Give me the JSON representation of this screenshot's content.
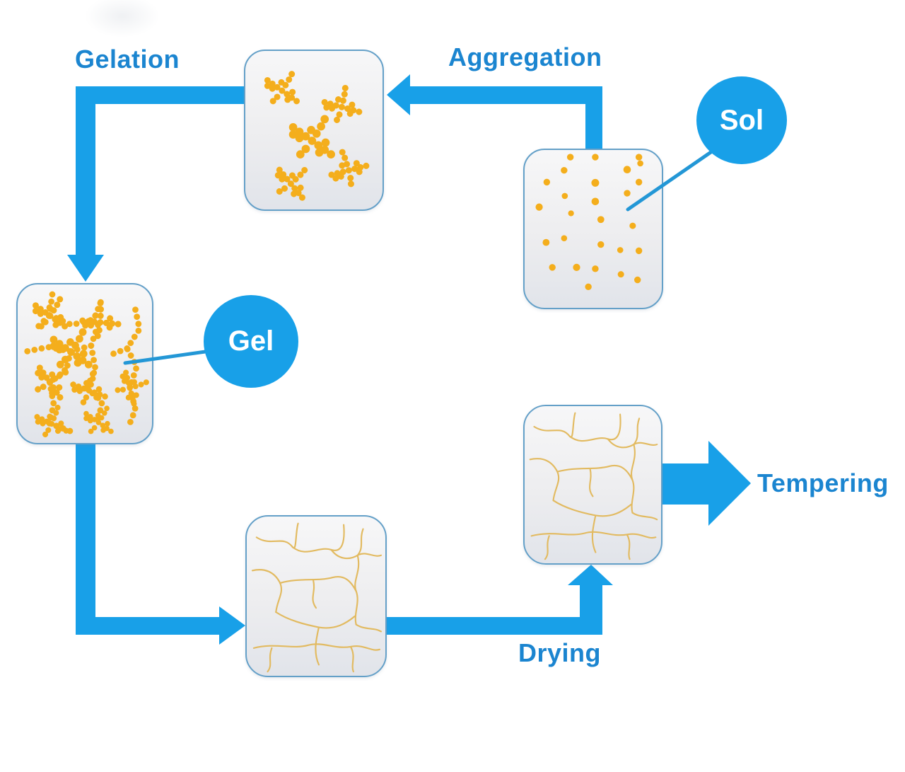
{
  "diagram": {
    "background_color": "#ffffff",
    "labels": {
      "gelation": "Gelation",
      "aggregation": "Aggregation",
      "drying": "Drying",
      "tempering": "Tempering"
    },
    "callouts": {
      "sol": "Sol",
      "gel": "Gel"
    },
    "colors": {
      "arrow_blue": "#18a0e8",
      "label_blue": "#1b85d0",
      "callout_bubble_blue": "#18a0e8",
      "callout_text_white": "#ffffff",
      "particle_orange": "#f4ae1c",
      "crack_tan": "#e2ba60",
      "box_border_blue": "#64a0c8",
      "box_fill_light": "#f6f6f7",
      "box_fill_dark": "#e1e4ea"
    },
    "process_steps": [
      "Sol",
      "Aggregation",
      "Gelation",
      "Gel",
      "Drying",
      "Tempering"
    ]
  }
}
